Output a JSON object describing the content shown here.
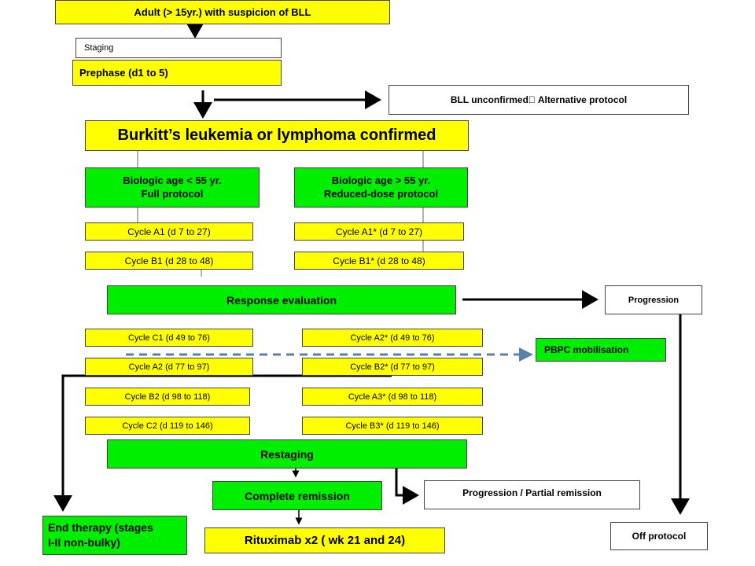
{
  "boxes": {
    "adult": "Adult (> 15yr.) with suspicion of BLL",
    "staging": "Staging",
    "prephase": "Prephase (d1 to 5)",
    "bll_unconfirmed": "BLL unconfirmed\u0000 Alternative protocol",
    "confirmed": "Burkitt’s leukemia or lymphoma confirmed",
    "age_under_55": [
      "Biologic age < 55 yr.",
      "Full protocol"
    ],
    "age_over_55": [
      "Biologic age > 55 yr.",
      "Reduced-dose protocol"
    ],
    "cycle_a1": "Cycle A1 (d 7 to 27)",
    "cycle_a1_star": "Cycle A1* (d 7 to 27)",
    "cycle_b1": "Cycle B1 (d 28 to 48)",
    "cycle_b1_star": "Cycle B1* (d 28 to 48)",
    "response_evaluation": "Response evaluation",
    "progression": "Progression",
    "cycle_c1": "Cycle C1 (d 49 to 76)",
    "cycle_a2_star": "Cycle A2* (d 49 to 76)",
    "pbpc": "PBPC mobilisation",
    "cycle_a2": "Cycle A2 (d 77 to 97)",
    "cycle_b2_star": "Cycle B2* (d 77 to 97)",
    "cycle_b2": "Cycle B2 (d 98 to 118)",
    "cycle_a3_star": "Cycle A3* (d 98 to 118)",
    "cycle_c2": "Cycle C2 (d 119 to 146)",
    "cycle_b3_star": "Cycle B3* (d 119 to 146)",
    "restaging": "Restaging",
    "complete_remission": "Complete remission",
    "partial_remission": "Progression / Partial remission",
    "end_therapy": [
      "End therapy (stages",
      "I-II non-bulky)"
    ],
    "rituximab": "Rituximab x2 ( wk 21 and 24)",
    "off_protocol": "Off protocol"
  },
  "colors": {
    "yellow": "#ffff00",
    "green": "#00ee00",
    "dashed_arrow": "#5b7fa6"
  }
}
